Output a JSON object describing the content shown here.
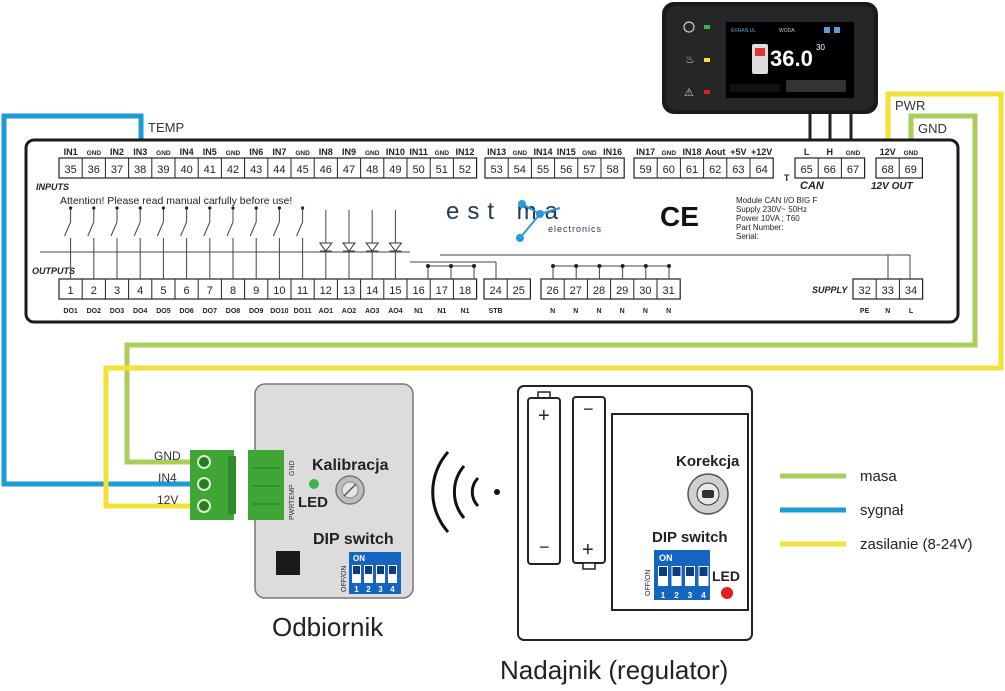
{
  "colors": {
    "ground_wire": "#a9cf5a",
    "signal_wire": "#1e9ad6",
    "supply_wire": "#f3e233",
    "terminal_green": "#3fa535",
    "dip_blue": "#1565c0",
    "led_green": "#3cb44a",
    "led_red": "#e02020"
  },
  "wire_labels": {
    "temp": "TEMP",
    "pwr": "PWR",
    "gnd": "GND"
  },
  "controller": {
    "inputs_title": "INPUTS",
    "outputs_title": "OUTPUTS",
    "attention": "Attention! Please read manual carfully before use!",
    "brand": "est ma",
    "brand_sub": "electronics",
    "ce_mark": "CE",
    "info": [
      "Module CAN I/O BIG F",
      "Supply 230V~ 50Hz",
      "Power 10VA ; T60",
      "Part Number:",
      "Serial:"
    ],
    "can_label": "CAN",
    "supply_label": "SUPPLY",
    "out12v_label": "12V OUT",
    "t_label": "T",
    "top_group_a": {
      "names": [
        "IN1",
        "GND",
        "IN2",
        "IN3",
        "GND",
        "IN4",
        "IN5",
        "GND",
        "IN6",
        "IN7",
        "GND",
        "IN8",
        "IN9",
        "GND",
        "IN10",
        "IN11",
        "GND",
        "IN12"
      ],
      "numbers": [
        "35",
        "36",
        "37",
        "38",
        "39",
        "40",
        "41",
        "42",
        "43",
        "44",
        "45",
        "46",
        "47",
        "48",
        "49",
        "50",
        "51",
        "52"
      ]
    },
    "top_group_b": {
      "names": [
        "IN13",
        "GND",
        "IN14",
        "IN15",
        "GND",
        "IN16"
      ],
      "numbers": [
        "53",
        "54",
        "55",
        "56",
        "57",
        "58"
      ]
    },
    "top_group_c": {
      "names": [
        "IN17",
        "GND",
        "IN18",
        "Aout",
        "+5V",
        "+12V"
      ],
      "numbers": [
        "59",
        "60",
        "61",
        "62",
        "63",
        "64"
      ]
    },
    "top_group_can": {
      "names": [
        "L",
        "H",
        "GND"
      ],
      "numbers": [
        "65",
        "66",
        "67"
      ]
    },
    "top_group_12v": {
      "names": [
        "12V",
        "GND"
      ],
      "numbers": [
        "68",
        "69"
      ]
    },
    "bottom_group_a": {
      "numbers": [
        "1",
        "2",
        "3",
        "4",
        "5",
        "6",
        "7",
        "8",
        "9",
        "10",
        "11",
        "12",
        "13",
        "14",
        "15",
        "16",
        "17",
        "18"
      ],
      "names": [
        "DO1",
        "DO2",
        "DO3",
        "DO4",
        "DO5",
        "DO6",
        "DO7",
        "DO8",
        "DO9",
        "DO10",
        "DO11",
        "AO1",
        "AO2",
        "AO3",
        "AO4",
        "N1",
        "N1",
        "N1"
      ]
    },
    "bottom_group_b": {
      "numbers": [
        "24",
        "25"
      ],
      "names": [
        "STB",
        ""
      ]
    },
    "bottom_group_c": {
      "numbers": [
        "26",
        "27",
        "28",
        "29",
        "30",
        "31"
      ],
      "names": [
        "N",
        "N",
        "N",
        "N",
        "N",
        "N"
      ]
    },
    "bottom_group_supply": {
      "numbers": [
        "32",
        "33",
        "34"
      ],
      "names": [
        "PE",
        "N",
        "L"
      ]
    }
  },
  "display": {
    "tab_left": "EKRAN UL",
    "tab_mid": "WODA",
    "temp_big": "36.0",
    "temp_small": "30"
  },
  "receiver": {
    "title": "Odbiornik",
    "kalibracja": "Kalibracja",
    "led": "LED",
    "dip_title": "DIP switch",
    "dip_on": "ON",
    "dip_offon": "OFF/ON",
    "dip_numbers": [
      "1",
      "2",
      "3",
      "4"
    ],
    "terminal_labels": [
      "GND",
      "IN4",
      "12V"
    ],
    "right_terminal_labels": [
      "PWR",
      "TEMP",
      "GND"
    ]
  },
  "transmitter": {
    "title": "Nadajnik (regulator)",
    "korekcja": "Korekcja",
    "dip_title": "DIP switch",
    "dip_on": "ON",
    "dip_offon": "OFF/ON",
    "dip_numbers": [
      "1",
      "2",
      "3",
      "4"
    ],
    "led": "LED",
    "battery_plus": "+",
    "battery_minus": "−"
  },
  "legend": [
    {
      "label": "masa",
      "color": "#a9cf5a"
    },
    {
      "label": "sygnał",
      "color": "#1e9ad6"
    },
    {
      "label": "zasilanie (8-24V)",
      "color": "#f3e233"
    }
  ]
}
